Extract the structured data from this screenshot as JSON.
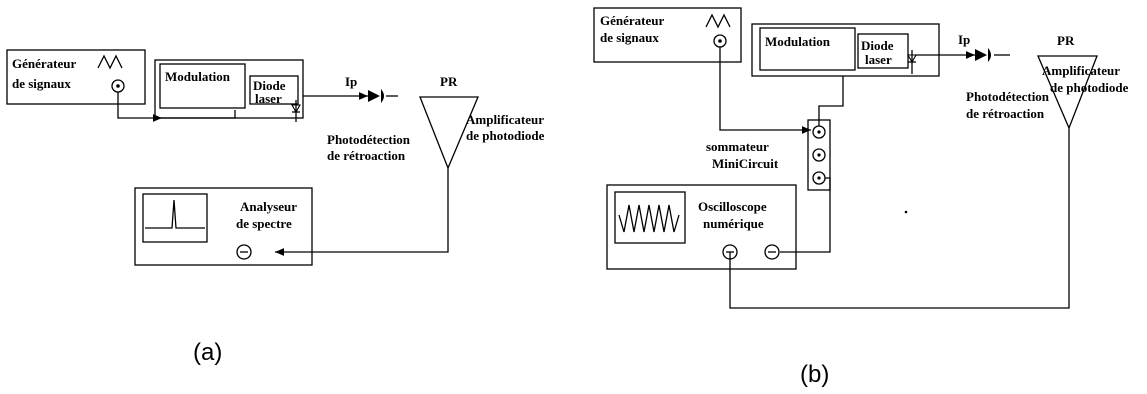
{
  "panel_a": {
    "caption": "(a)",
    "generator_line1": "Générateur",
    "generator_line2": "de signaux",
    "modulation": "Modulation",
    "diode_line1": "Diode",
    "diode_line2": "laser",
    "ip": "Ip",
    "pr": "PR",
    "feedback_line1": "Photodétection",
    "feedback_line2": "de rétroaction",
    "amp_line1": "Amplificateur",
    "amp_line2": "de photodiode",
    "analyzer_line1": "Analyseur",
    "analyzer_line2": "de spectre"
  },
  "panel_b": {
    "caption": "(b)",
    "generator_line1": "Générateur",
    "generator_line2": "de signaux",
    "modulation": "Modulation",
    "diode_line1": "Diode",
    "diode_line2": "laser",
    "ip": "Ip",
    "pr": "PR",
    "amp_line1": "Amplificateur",
    "amp_line2": "de photodiode",
    "feedback_line1": "Photodétection",
    "feedback_line2": "de rétroaction",
    "summer_line1": "sommateur",
    "summer_line2": "MiniCircuit",
    "scope_line1": "Oscilloscope",
    "scope_line2": "numérique"
  }
}
